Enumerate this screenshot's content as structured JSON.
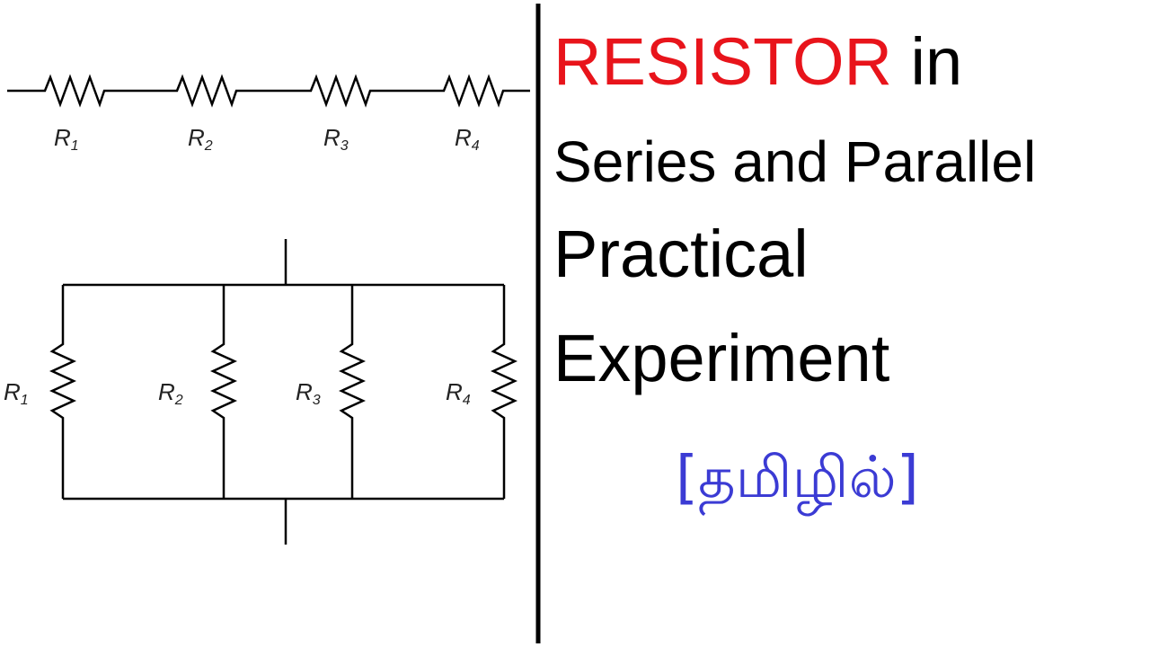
{
  "colors": {
    "accent": "#e8141b",
    "text": "#000000",
    "tamil": "#3b3bd4",
    "wire": "#000000"
  },
  "series_circuit": {
    "labels": [
      {
        "main": "R",
        "sub": "1"
      },
      {
        "main": "R",
        "sub": "2"
      },
      {
        "main": "R",
        "sub": "3"
      },
      {
        "main": "R",
        "sub": "4"
      }
    ]
  },
  "parallel_circuit": {
    "labels": [
      {
        "main": "R",
        "sub": "1"
      },
      {
        "main": "R",
        "sub": "2"
      },
      {
        "main": "R",
        "sub": "3"
      },
      {
        "main": "R",
        "sub": "4"
      }
    ]
  },
  "title": {
    "line1_accent": "RESISTOR",
    "line1_rest": " in",
    "line2": "Series and Parallel",
    "line3": "Practical",
    "line4": "Experiment",
    "language_tag": "[தமிழில்]"
  }
}
